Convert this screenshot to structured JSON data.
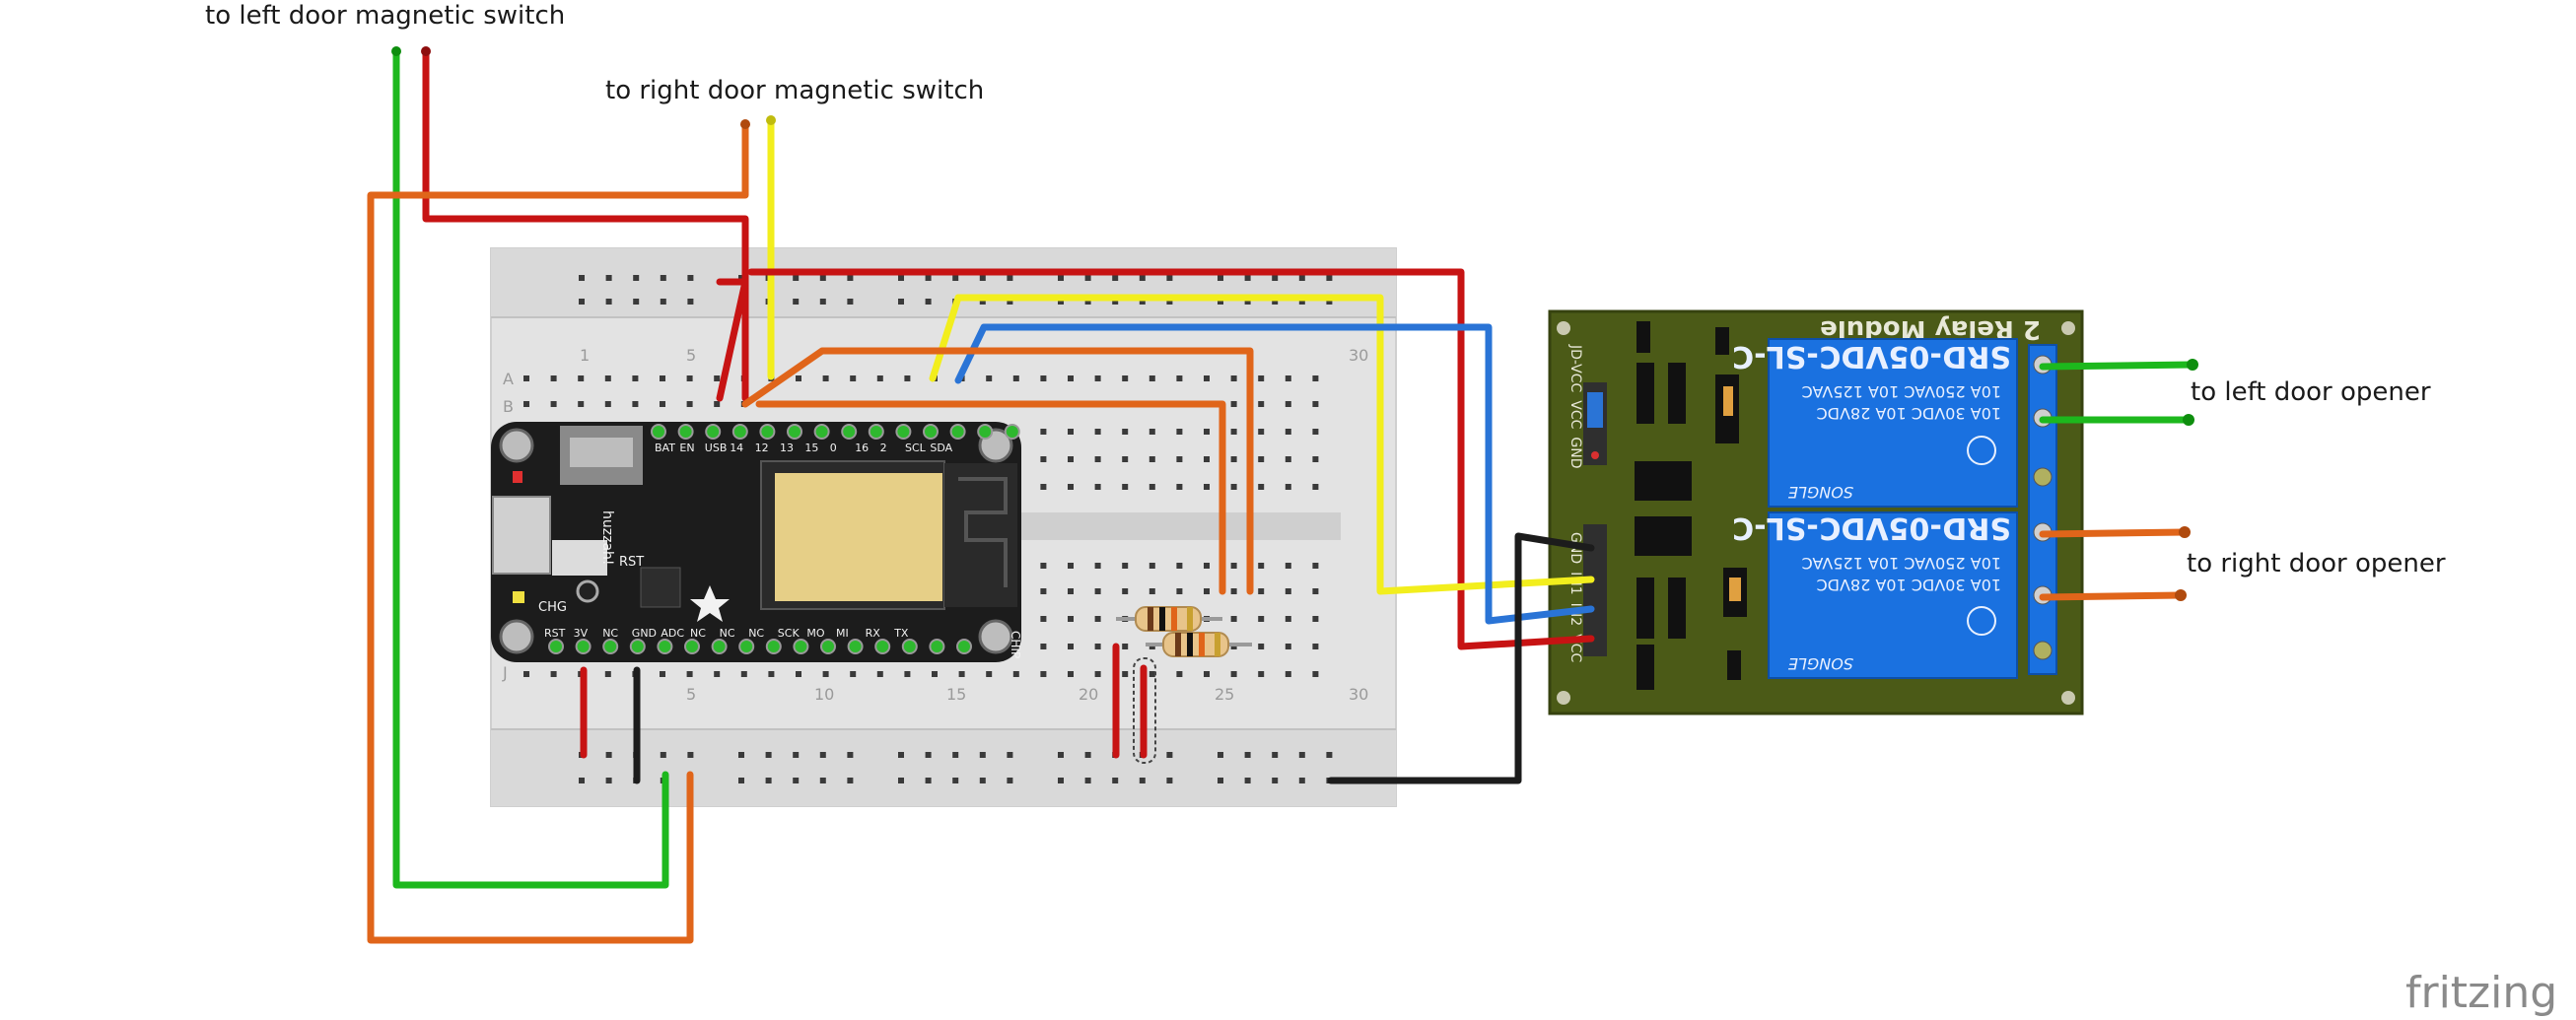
{
  "labels": {
    "left_switch": "to left door magnetic switch",
    "right_switch": "to right door magnetic switch",
    "left_opener": "to left door opener",
    "right_opener": "to right door opener"
  },
  "brand": "fritzing",
  "breadboard": {
    "row_letters_top": [
      "A",
      "B"
    ],
    "row_letter_bottom": "J",
    "column_numbers": [
      "1",
      "5",
      "10",
      "15",
      "20",
      "25",
      "30"
    ]
  },
  "feather": {
    "name": "huzzah!",
    "top_pins": [
      "BAT",
      "EN",
      "USB",
      "14",
      "12",
      "13",
      "15",
      "0",
      "16",
      "2",
      "SCL",
      "SDA"
    ],
    "bottom_pins": [
      "RST",
      "3V",
      "NC",
      "GND",
      "ADC",
      "NC",
      "NC",
      "NC",
      "SCK",
      "MO",
      "MI",
      "RX",
      "TX"
    ],
    "side_labels": [
      "RST",
      "CHG",
      "CHIP"
    ]
  },
  "relay": {
    "title": "2 Relay Module",
    "header_pins": [
      "JD-VCC",
      "VCC",
      "GND"
    ],
    "input_pins": [
      "GND",
      "IN1",
      "IN2",
      "VCC"
    ],
    "relay_model": "SRD-05VDC-SL-C",
    "ratings": [
      "10A 250VAC 10A 125VAC",
      "10A 30VDC 10A 28VDC"
    ],
    "maker": "SONGLE"
  },
  "colors": {
    "green": "#1db81d",
    "red": "#c71313",
    "orange": "#e0651a",
    "yellow": "#f2ee1d",
    "blue": "#2a74d6",
    "black": "#1c1c1c",
    "breadboard": "#d6d6d6",
    "relay_board": "#4b5a17",
    "relay_blue": "#1a71e0",
    "feather_board": "#1c1c1c"
  }
}
